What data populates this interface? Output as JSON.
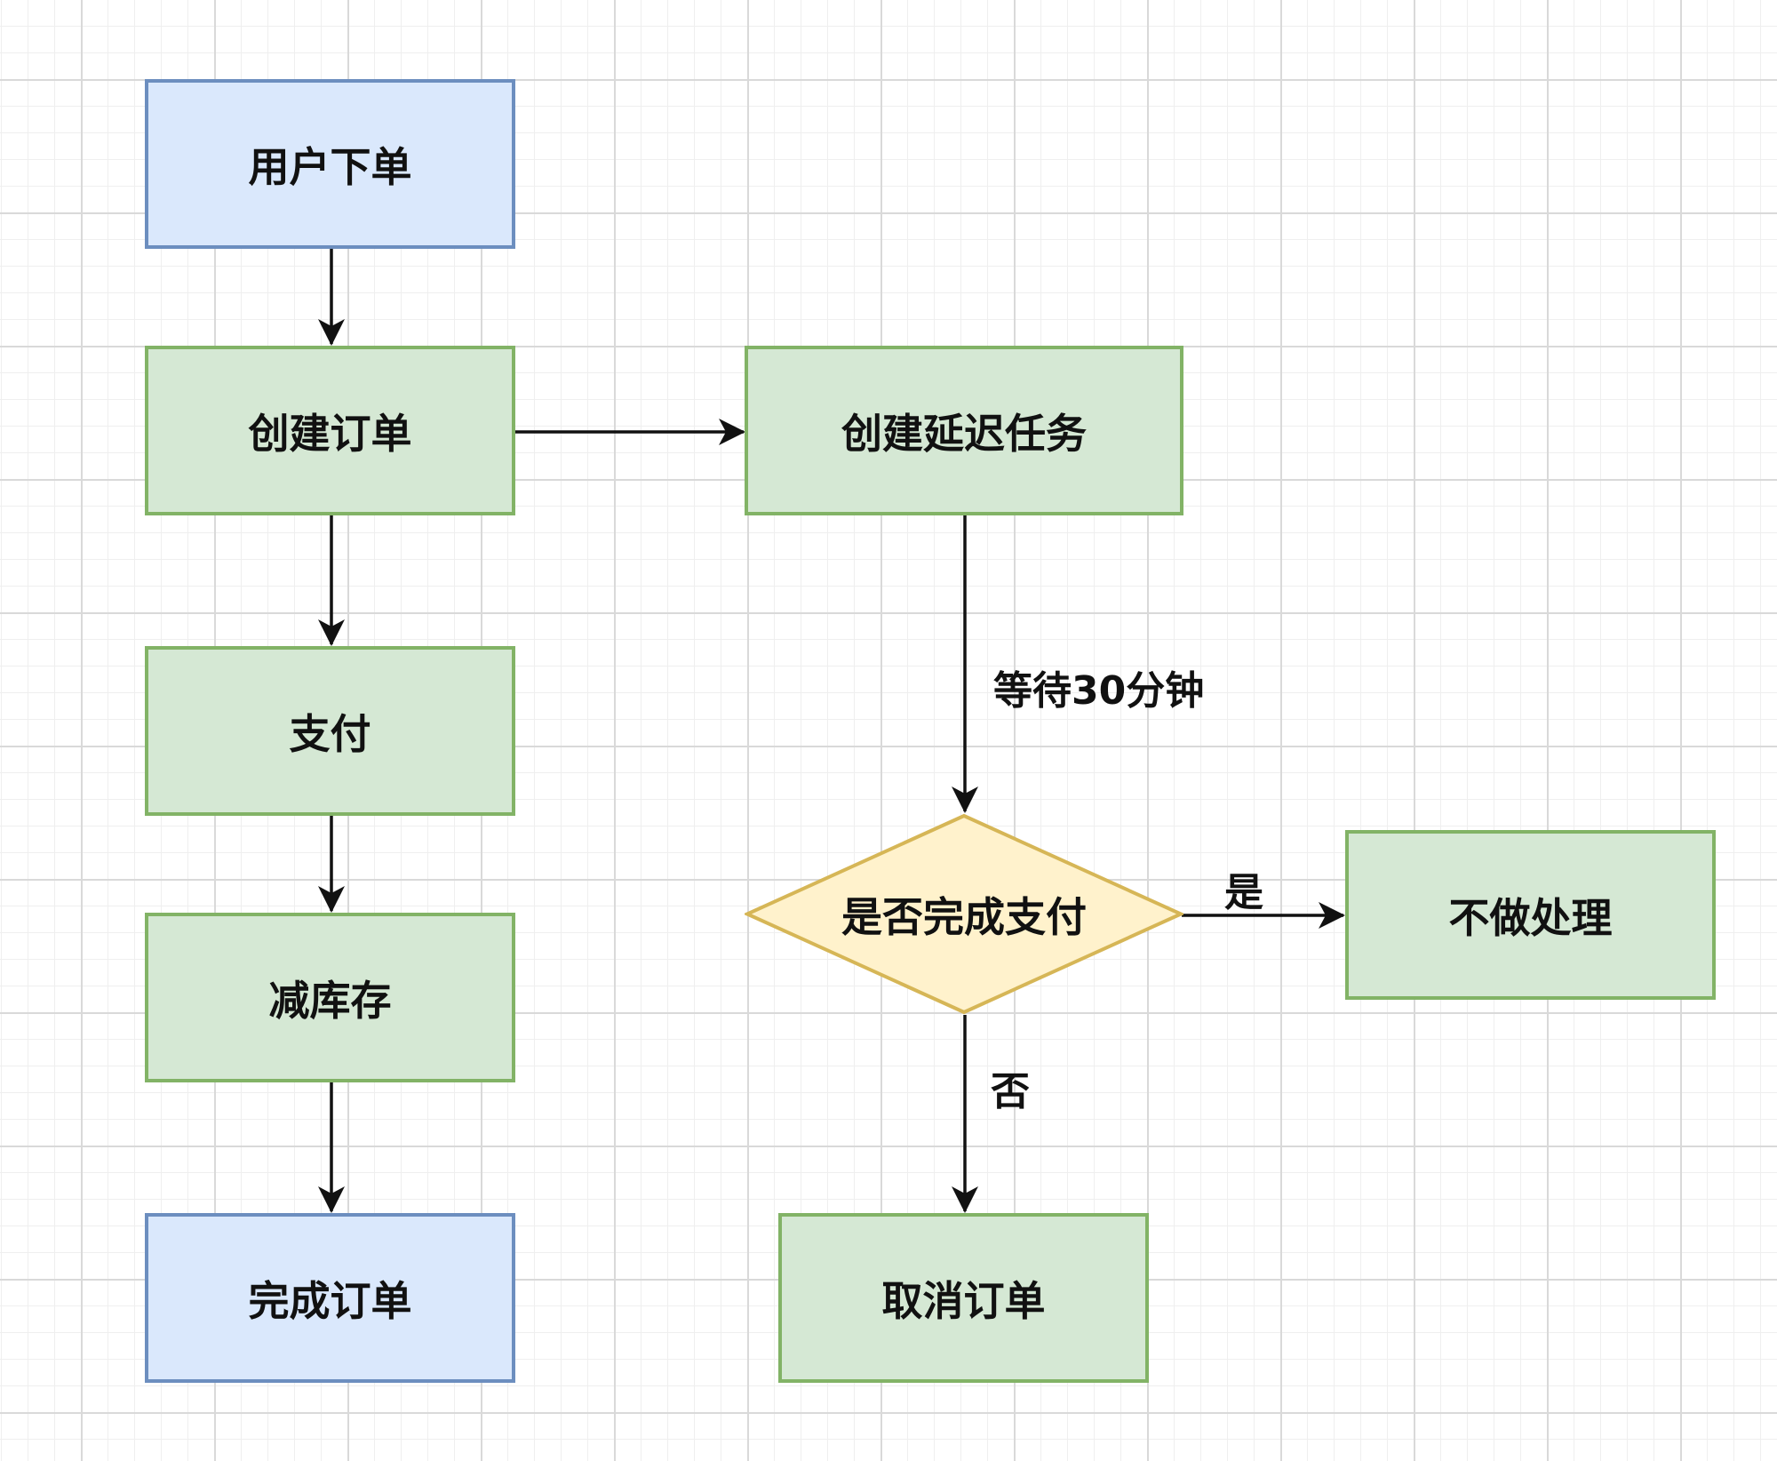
{
  "diagram": {
    "nodes": {
      "user_order": {
        "label": "用户下单",
        "style": "blue"
      },
      "create_order": {
        "label": "创建订单",
        "style": "green"
      },
      "pay": {
        "label": "支付",
        "style": "green"
      },
      "reduce_stock": {
        "label": "减库存",
        "style": "green"
      },
      "complete_order": {
        "label": "完成订单",
        "style": "blue"
      },
      "create_delay_task": {
        "label": "创建延迟任务",
        "style": "green"
      },
      "is_paid": {
        "label": "是否完成支付",
        "style": "decision"
      },
      "no_action": {
        "label": "不做处理",
        "style": "green"
      },
      "cancel_order": {
        "label": "取消订单",
        "style": "green"
      }
    },
    "edges": [
      {
        "from": "user_order",
        "to": "create_order",
        "label": ""
      },
      {
        "from": "create_order",
        "to": "pay",
        "label": ""
      },
      {
        "from": "pay",
        "to": "reduce_stock",
        "label": ""
      },
      {
        "from": "reduce_stock",
        "to": "complete_order",
        "label": ""
      },
      {
        "from": "create_order",
        "to": "create_delay_task",
        "label": ""
      },
      {
        "from": "create_delay_task",
        "to": "is_paid",
        "label": "等待30分钟"
      },
      {
        "from": "is_paid",
        "to": "no_action",
        "label": "是"
      },
      {
        "from": "is_paid",
        "to": "cancel_order",
        "label": "否"
      }
    ],
    "colors": {
      "blue_fill": "#dae8fc",
      "blue_stroke": "#6c8ebf",
      "green_fill": "#d5e8d4",
      "green_stroke": "#82b366",
      "decision_fill": "#fff2cc",
      "decision_stroke": "#d6b656",
      "edge": "#111111"
    }
  }
}
